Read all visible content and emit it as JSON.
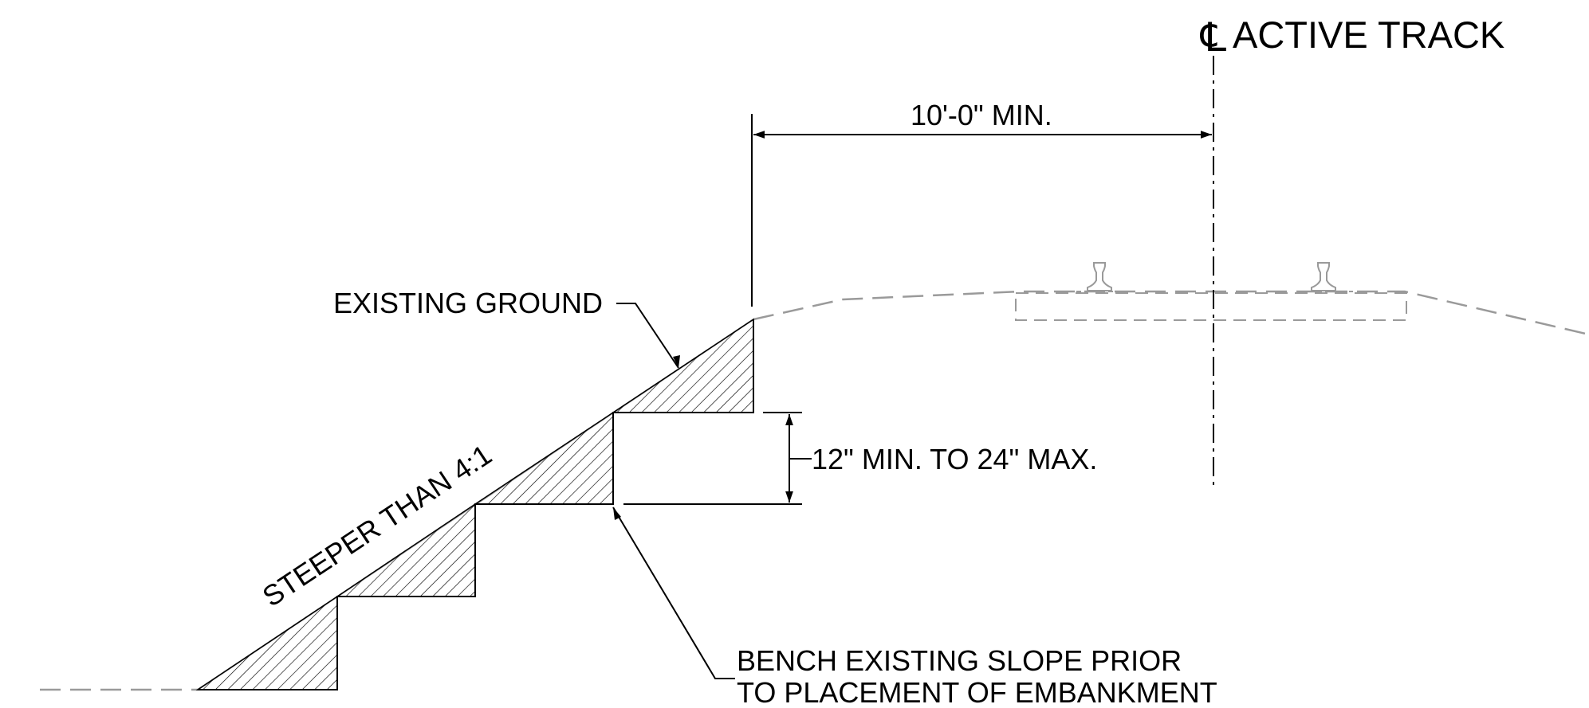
{
  "labels": {
    "centerline_symbol": "℄",
    "centerline_text": "ACTIVE TRACK",
    "clearance": "10'-0\" MIN.",
    "existing_ground": "EXISTING GROUND",
    "bench_height": "12\" MIN. TO 24\" MAX.",
    "slope": "STEEPER THAN 4:1",
    "bench_note_line1": "BENCH EXISTING SLOPE PRIOR",
    "bench_note_line2": "TO PLACEMENT OF EMBANKMENT"
  },
  "colors": {
    "ink": "#000000",
    "existing_ground": "#9a9a9a",
    "background": "#ffffff"
  }
}
